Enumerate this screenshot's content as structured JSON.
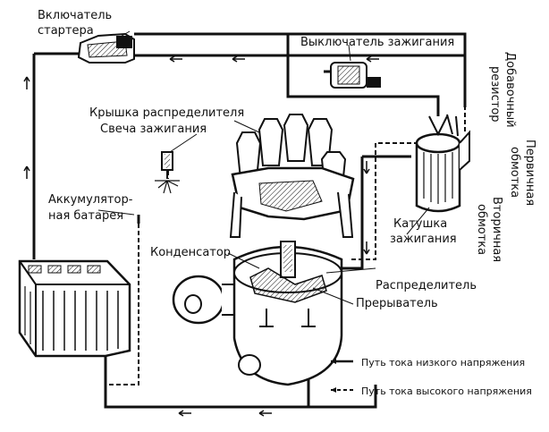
{
  "labels": {
    "starter_switch_line1": "Включатель",
    "starter_switch_line2": "стартера",
    "ignition_switch": "Выключатель зажигания",
    "distributor_cap": "Крышка распределителя",
    "spark_plug": "Свеча зажигания",
    "battery_line1": "Аккумулятор-",
    "battery_line2": "ная батарея",
    "capacitor": "Конденсатор",
    "coil_line1": "Катушка",
    "coil_line2": "зажигания",
    "distributor": "Распределитель",
    "breaker": "Прерыватель",
    "ballast_resistor_line1": "Добавочный",
    "ballast_resistor_line2": "резистор",
    "primary_winding_line1": "Первичная",
    "primary_winding_line2": "обмотка",
    "secondary_winding_line1": "Вторичная",
    "secondary_winding_line2": "обмотка"
  },
  "legend": {
    "low_voltage": "Путь тока низкого напряжения",
    "high_voltage": "Путь тока высокого напряжения"
  }
}
